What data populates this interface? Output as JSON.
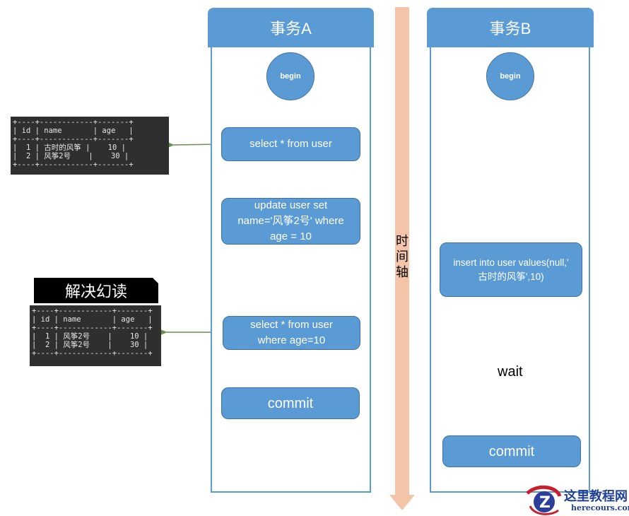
{
  "lanes": {
    "a": {
      "title": "事务A"
    },
    "b": {
      "title": "事务B"
    }
  },
  "time_axis": {
    "label": [
      "时",
      "间",
      "轴"
    ],
    "color": "#f4c4a8"
  },
  "transaction_a": {
    "begin": "begin",
    "step1": "select * from user",
    "step2": "update user set\nname='风筝2号' where\nage = 10",
    "step3": "select * from user\nwhere age=10",
    "commit": "commit"
  },
  "transaction_b": {
    "begin": "begin",
    "step1": "insert into user values(null,'\n古时的风筝',10)",
    "wait": "wait",
    "commit": "commit"
  },
  "result_tables": [
    {
      "columns": [
        "id",
        "name",
        "age"
      ],
      "rows": [
        [
          "1",
          "古时的风筝",
          "10"
        ],
        [
          "2",
          "风筝2号",
          "30"
        ]
      ],
      "text": "+----+------------+-------+\n| id | name       | age   |\n+----+------------+-------+\n|  1 | 古时的风筝 |    10 |\n|  2 | 风筝2号    |    30 |\n+----+------------+-------+"
    },
    {
      "columns": [
        "id",
        "name",
        "age"
      ],
      "rows": [
        [
          "1",
          "风筝2号",
          "10"
        ],
        [
          "2",
          "风筝2号",
          "30"
        ]
      ],
      "text": "+----+------------+-------+\n| id | name       | age   |\n+----+------------+-------+\n|  1 | 风筝2号    |    10 |\n|  2 | 风筝2号    |    30 |\n+----+------------+-------+"
    }
  ],
  "banner": "解决幻读",
  "watermark": {
    "title": "这里教程网",
    "url": "herecours.com"
  },
  "colors": {
    "lane": "#5b9bd5",
    "node_border": "#41719c",
    "arrow_green": "#6a8f4e",
    "time_axis": "#f4c4a8"
  }
}
